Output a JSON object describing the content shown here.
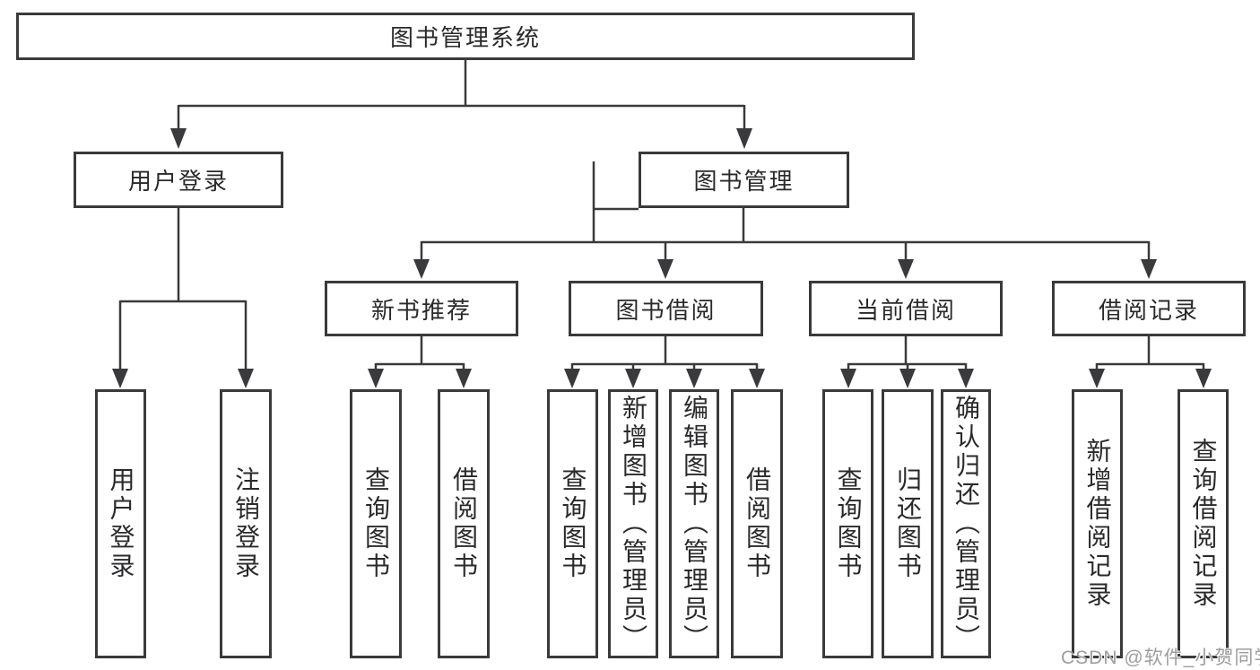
{
  "colors": {
    "line": "#3a3a3c",
    "text": "#2a2a2c",
    "background": "#ffffff",
    "watermark_text": "#9e9e9e"
  },
  "watermark": "CSDN @软件_小贺同学",
  "tree": {
    "label": "图书管理系统",
    "children": [
      {
        "label": "用户登录",
        "children": [
          {
            "label": "用户登录"
          },
          {
            "label": "注销登录"
          }
        ]
      },
      {
        "label": "图书管理",
        "children": [
          {
            "label": "新书推荐",
            "children": [
              {
                "label": "查询图书"
              },
              {
                "label": "借阅图书"
              }
            ]
          },
          {
            "label": "图书借阅",
            "children": [
              {
                "label": "查询图书"
              },
              {
                "label": "新增图书（管理员）"
              },
              {
                "label": "编辑图书（管理员）"
              },
              {
                "label": "借阅图书"
              }
            ]
          },
          {
            "label": "当前借阅",
            "children": [
              {
                "label": "查询图书"
              },
              {
                "label": "归还图书"
              },
              {
                "label": "确认归还（管理员）"
              }
            ]
          },
          {
            "label": "借阅记录",
            "children": [
              {
                "label": "新增借阅记录"
              },
              {
                "label": "查询借阅记录"
              }
            ]
          }
        ]
      }
    ]
  }
}
